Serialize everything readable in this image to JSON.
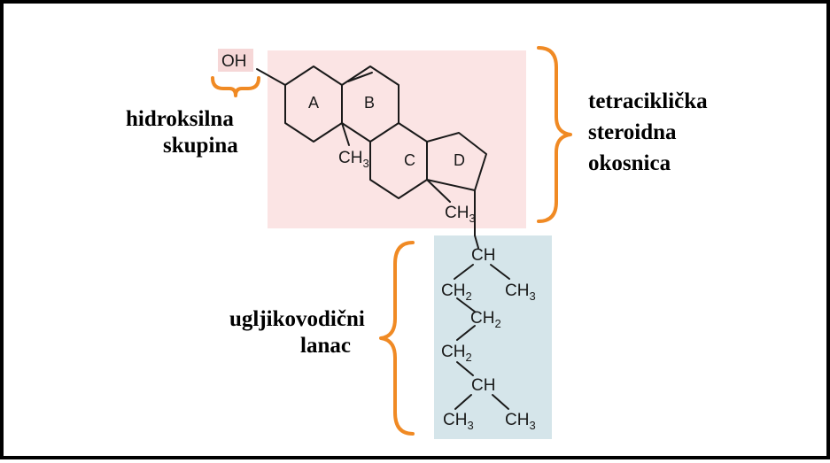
{
  "labels": {
    "hydroxyl_line1": "hidroksilna",
    "hydroxyl_line2": "skupina",
    "steroid_line1": "tetraciklička",
    "steroid_line2": "steroidna",
    "steroid_line3": "okosnica",
    "chain_line1": "ugljikovodični",
    "chain_line2": "lanac"
  },
  "molecule": {
    "hydroxyl": "OH",
    "rings": [
      "A",
      "B",
      "C",
      "D"
    ],
    "methyl_main": "CH",
    "methyl_sub": "3",
    "ch": "CH",
    "ch2_main": "CH",
    "ch2_sub": "2"
  },
  "colors": {
    "steroid_box": "#fbe4e4",
    "chain_box": "#d5e5ea",
    "brace": "#f08a24",
    "oh_highlight": "#f6d7d7"
  }
}
